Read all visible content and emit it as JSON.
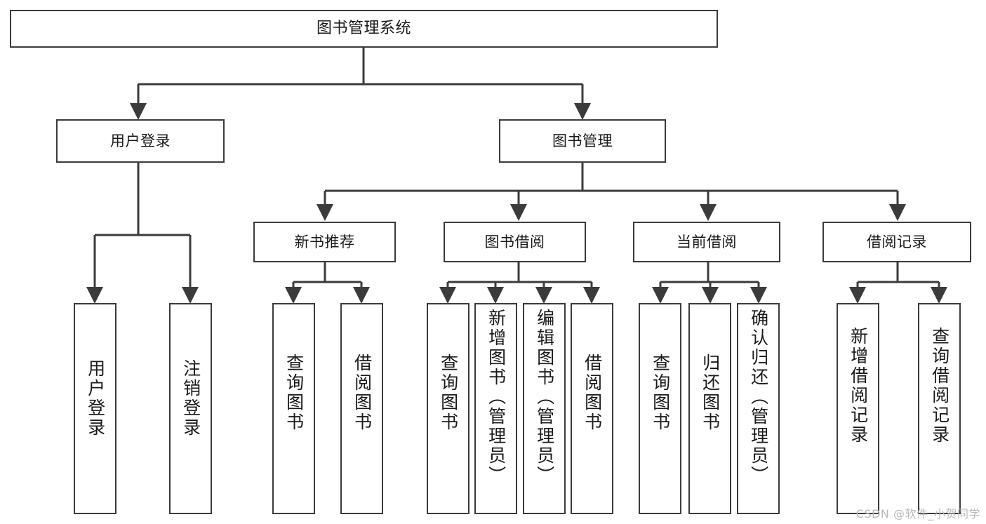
{
  "diagram": {
    "title": "图书管理系统",
    "type": "tree",
    "root": {
      "id": "root",
      "label": "图书管理系统"
    },
    "level2": [
      {
        "id": "user-login",
        "label": "用户登录"
      },
      {
        "id": "book-manage",
        "label": "图书管理"
      }
    ],
    "level3": [
      {
        "id": "new-book-rec",
        "label": "新书推荐",
        "parent": "book-manage"
      },
      {
        "id": "book-borrow",
        "label": "图书借阅",
        "parent": "book-manage"
      },
      {
        "id": "current-borrow",
        "label": "当前借阅",
        "parent": "book-manage"
      },
      {
        "id": "borrow-record",
        "label": "借阅记录",
        "parent": "book-manage"
      }
    ],
    "leaves": {
      "user_login": [
        {
          "id": "leaf-user-login",
          "label": "用户登录"
        },
        {
          "id": "leaf-logout",
          "label": "注销登录"
        }
      ],
      "new_book_rec": [
        {
          "id": "leaf-query-book-1",
          "label": "查询图书"
        },
        {
          "id": "leaf-borrow-book-1",
          "label": "借阅图书"
        }
      ],
      "book_borrow": [
        {
          "id": "leaf-query-book-2",
          "label": "查询图书"
        },
        {
          "id": "leaf-add-book",
          "label": "新增图书（管理员）"
        },
        {
          "id": "leaf-edit-book",
          "label": "编辑图书（管理员）"
        },
        {
          "id": "leaf-borrow-book-2",
          "label": "借阅图书"
        }
      ],
      "current_borrow": [
        {
          "id": "leaf-query-book-3",
          "label": "查询图书"
        },
        {
          "id": "leaf-return-book",
          "label": "归还图书"
        },
        {
          "id": "leaf-confirm-return",
          "label": "确认归还（管理员）"
        }
      ],
      "borrow_record": [
        {
          "id": "leaf-add-record",
          "label": "新增借阅记录"
        },
        {
          "id": "leaf-query-record",
          "label": "查询借阅记录"
        }
      ]
    }
  },
  "watermark": {
    "text": "CSDN @软件_小贺同学"
  },
  "colors": {
    "stroke": "#3b3b3b",
    "fill": "#ffffff",
    "text": "#1a1a1a",
    "watermark": "#b9b9b9"
  }
}
